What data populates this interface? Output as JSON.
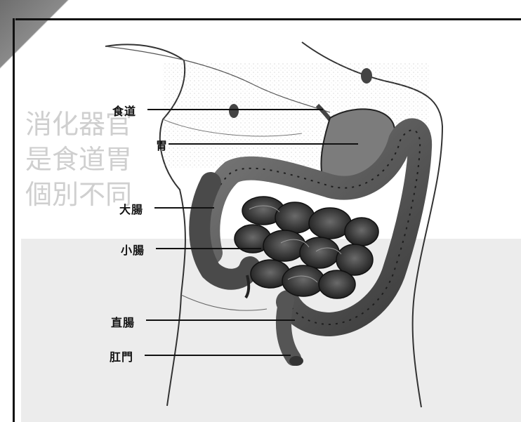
{
  "labels": {
    "esophagus": "食道",
    "stomach": "胃",
    "large_intestine": "大腸",
    "small_intestine": "小腸",
    "rectum": "直腸",
    "anus": "肛門"
  },
  "background_text": {
    "row1": "消化器官",
    "row2": "是食道胃",
    "row3": "個別不同"
  }
}
